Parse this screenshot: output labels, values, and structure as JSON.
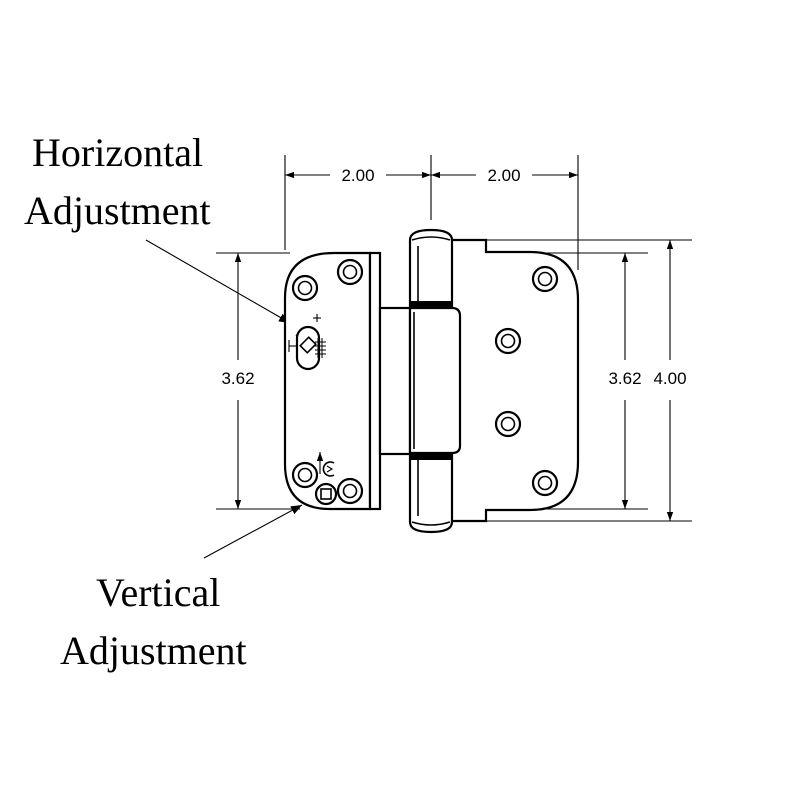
{
  "callouts": {
    "horizontal_line1": "Horizontal",
    "horizontal_line2": "Adjustment",
    "vertical_line1": "Vertical",
    "vertical_line2": "Adjustment"
  },
  "dimensions": {
    "left_width": "2.00",
    "right_width": "2.00",
    "left_height": "3.62",
    "right_inner_height": "3.62",
    "right_outer_height": "4.00"
  },
  "icons": {
    "horizontal": "horizontal-adjust-icon",
    "vertical": "vertical-adjust-icon"
  }
}
